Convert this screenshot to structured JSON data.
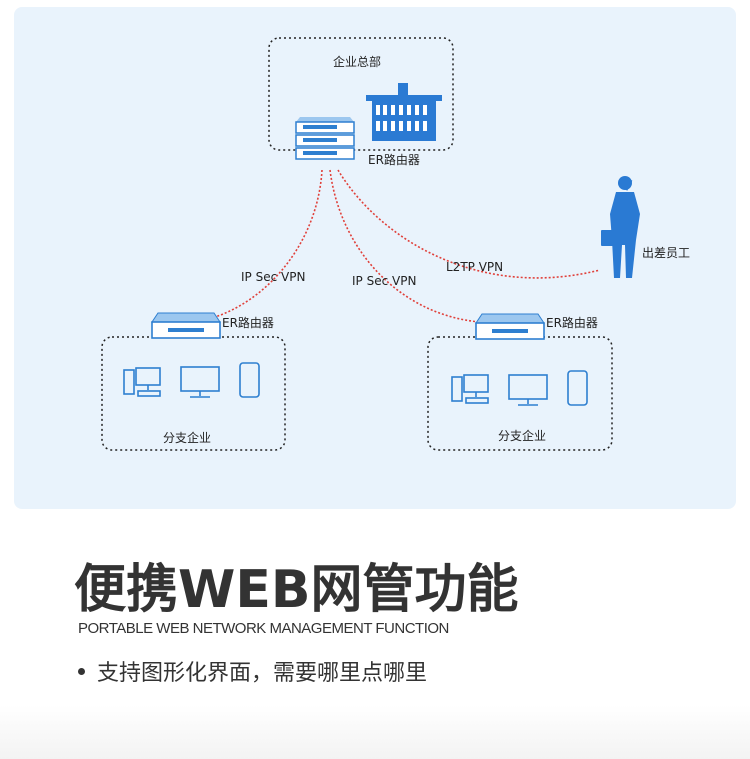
{
  "diagram": {
    "hq_label": "企业总部",
    "hq_router_label": "ER路由器",
    "branch_left_router_label": "ER路由器",
    "branch_right_router_label": "ER路由器",
    "branch_left_label": "分支企业",
    "branch_right_label": "分支企业",
    "traveler_label": "出差员工",
    "link_left_label": "IP Sec VPN",
    "link_mid_label": "IP Sec VPN",
    "link_right_label": "L2TP VPN",
    "colors": {
      "panel": "#e9f3fc",
      "device": "#2e7fd0",
      "vpn_line": "#e0403a",
      "building": "#2a7ad3"
    }
  },
  "feature": {
    "title": "便携WEB网管功能",
    "subtitle": "PORTABLE WEB NETWORK MANAGEMENT FUNCTION",
    "bullet": "支持图形化界面，需要哪里点哪里"
  }
}
